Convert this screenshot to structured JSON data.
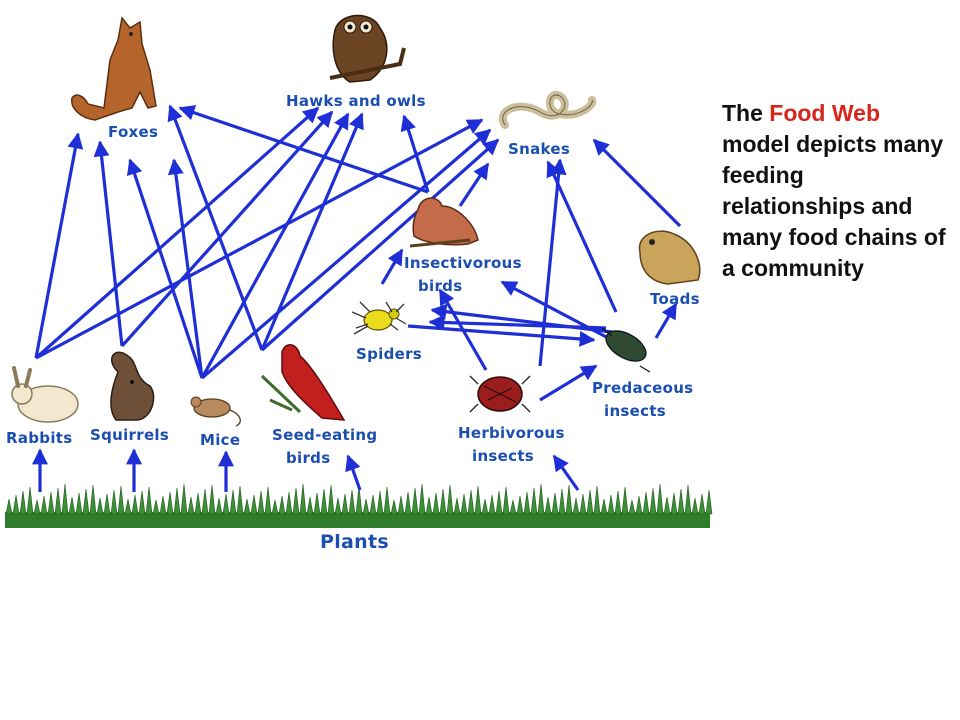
{
  "nodes": {
    "foxes": "Foxes",
    "hawks_owls": "Hawks and owls",
    "snakes": "Snakes",
    "insectivorous_birds_1": "Insectivorous",
    "insectivorous_birds_2": "birds",
    "toads": "Toads",
    "spiders": "Spiders",
    "predaceous_insects_1": "Predaceous",
    "predaceous_insects_2": "insects",
    "rabbits": "Rabbits",
    "squirrels": "Squirrels",
    "mice": "Mice",
    "seed_eating_birds_1": "Seed-eating",
    "seed_eating_birds_2": "birds",
    "herbivorous_insects_1": "Herbivorous",
    "herbivorous_insects_2": "insects",
    "plants": "Plants"
  },
  "caption": {
    "lead": "The ",
    "accent": "Food Web",
    "rest": " model depicts many feeding relationships and many food chains of a community"
  },
  "colors": {
    "arrow": "#1f2fd6",
    "label": "#1a4fb0",
    "accent": "#d6261c",
    "grass": "#2e7d2a"
  }
}
